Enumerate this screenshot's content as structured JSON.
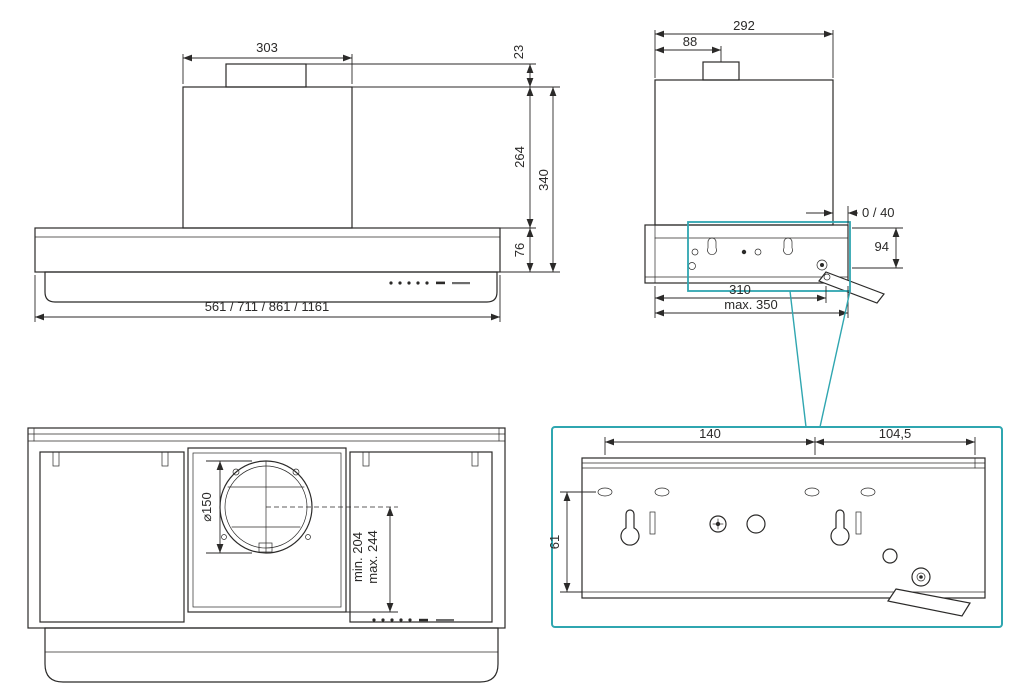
{
  "drawing": {
    "front": {
      "duct_width": "303",
      "collar_height": "23",
      "chimney_height": "264",
      "overall_height": "340",
      "body_height": "76",
      "width_options": "561 / 711 / 861 / 1161"
    },
    "side": {
      "depth": "292",
      "duct_offset": "88",
      "wall_clearance": "0 / 40",
      "mount_height": "94",
      "mount_depth": "310",
      "max_depth": "max. 350"
    },
    "bottom": {
      "outlet_diameter": "⌀150",
      "outlet_min": "min. 204",
      "outlet_max": "max. 244"
    },
    "detail": {
      "spacing_left": "140",
      "spacing_right": "104,5",
      "offset_height": "61"
    }
  },
  "colors": {
    "line": "#2b2a29",
    "accent": "#2fa6b0",
    "background": "#ffffff"
  }
}
